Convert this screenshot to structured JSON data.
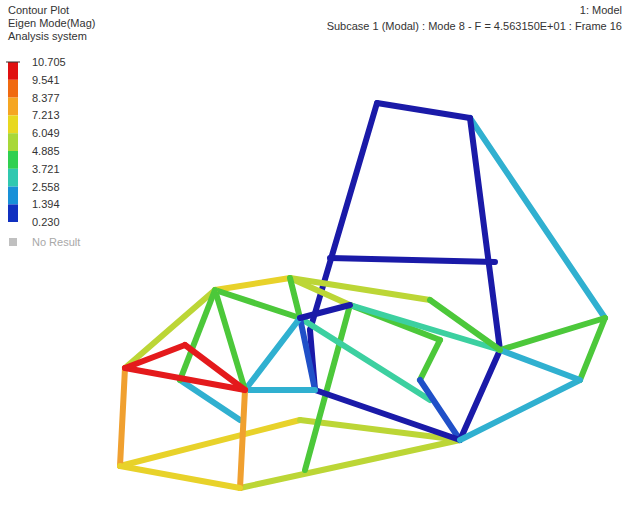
{
  "diagram": {
    "labels": [
      "Contour Plot",
      "Eigen Mode(Mag)",
      "Analysis system",
      "10.705",
      "9.541",
      "8.377",
      "7.213",
      "6.049",
      "4.885",
      "3.721",
      "2.558",
      "1.394",
      "0.230",
      "1: Model",
      "Subcase 1 (Modal) : Mode 8 - F = 4.563150E+01 : Frame 16"
    ],
    "legend": [
      {
        "text": "No Result",
        "color": "#c0c0c0"
      }
    ]
  }
}
